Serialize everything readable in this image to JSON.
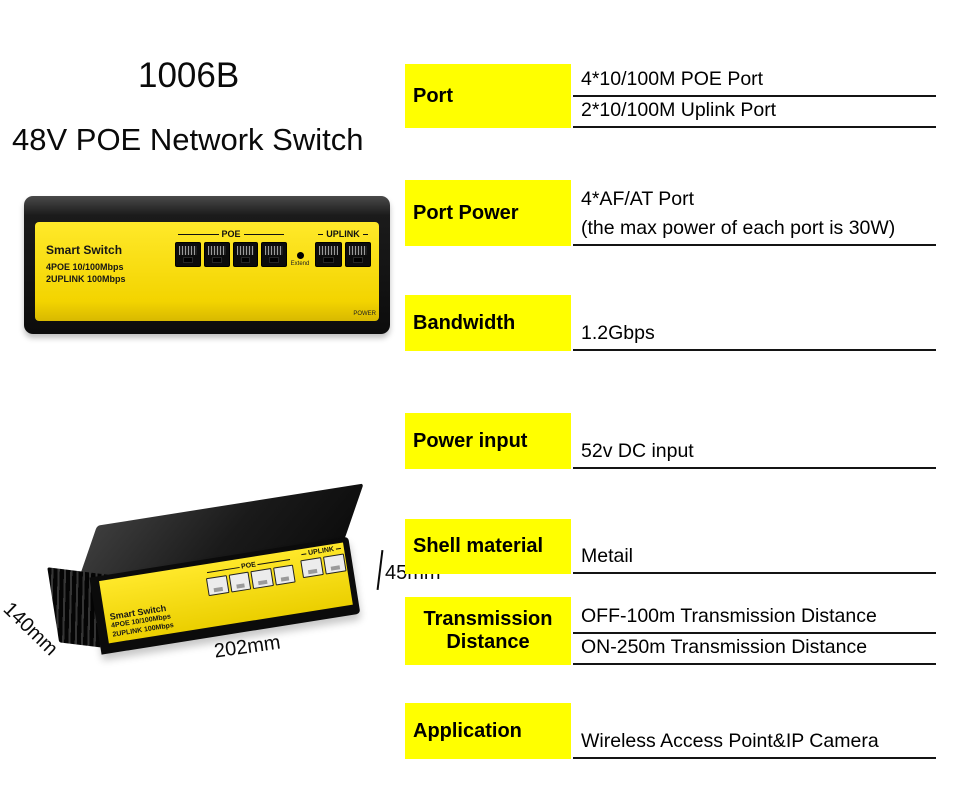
{
  "title": {
    "model": "1006B",
    "product": "48V POE Network Switch"
  },
  "device": {
    "name": "Smart Switch",
    "spec_line1": "4POE 10/100Mbps",
    "spec_line2": "2UPLINK 100Mbps",
    "poe_label": "POE",
    "uplink_label": "UPLINK",
    "extend_label": "Extend",
    "power_label": "POWER"
  },
  "dimensions": {
    "depth": "140mm",
    "width": "202mm",
    "height": "45mm"
  },
  "specs": [
    {
      "label": "Port",
      "values": [
        "4*10/100M POE Port",
        "2*10/100M Uplink Port"
      ]
    },
    {
      "label": "Port Power",
      "values": [
        "4*AF/AT Port",
        "(the max power of each port is 30W)"
      ]
    },
    {
      "label": "Bandwidth",
      "values": [
        "1.2Gbps"
      ]
    },
    {
      "label": "Power input",
      "values": [
        "52v DC input"
      ]
    },
    {
      "label": "Shell material",
      "values": [
        "Metail"
      ]
    },
    {
      "label": "Transmission Distance",
      "values": [
        "OFF-100m Transmission Distance",
        "ON-250m Transmission Distance"
      ]
    },
    {
      "label": "Application",
      "values": [
        "Wireless Access Point&IP Camera"
      ]
    }
  ],
  "colors": {
    "highlight": "#ffff00",
    "device_body": "#0c0c0c",
    "panel_yellow": "#f3d400"
  }
}
